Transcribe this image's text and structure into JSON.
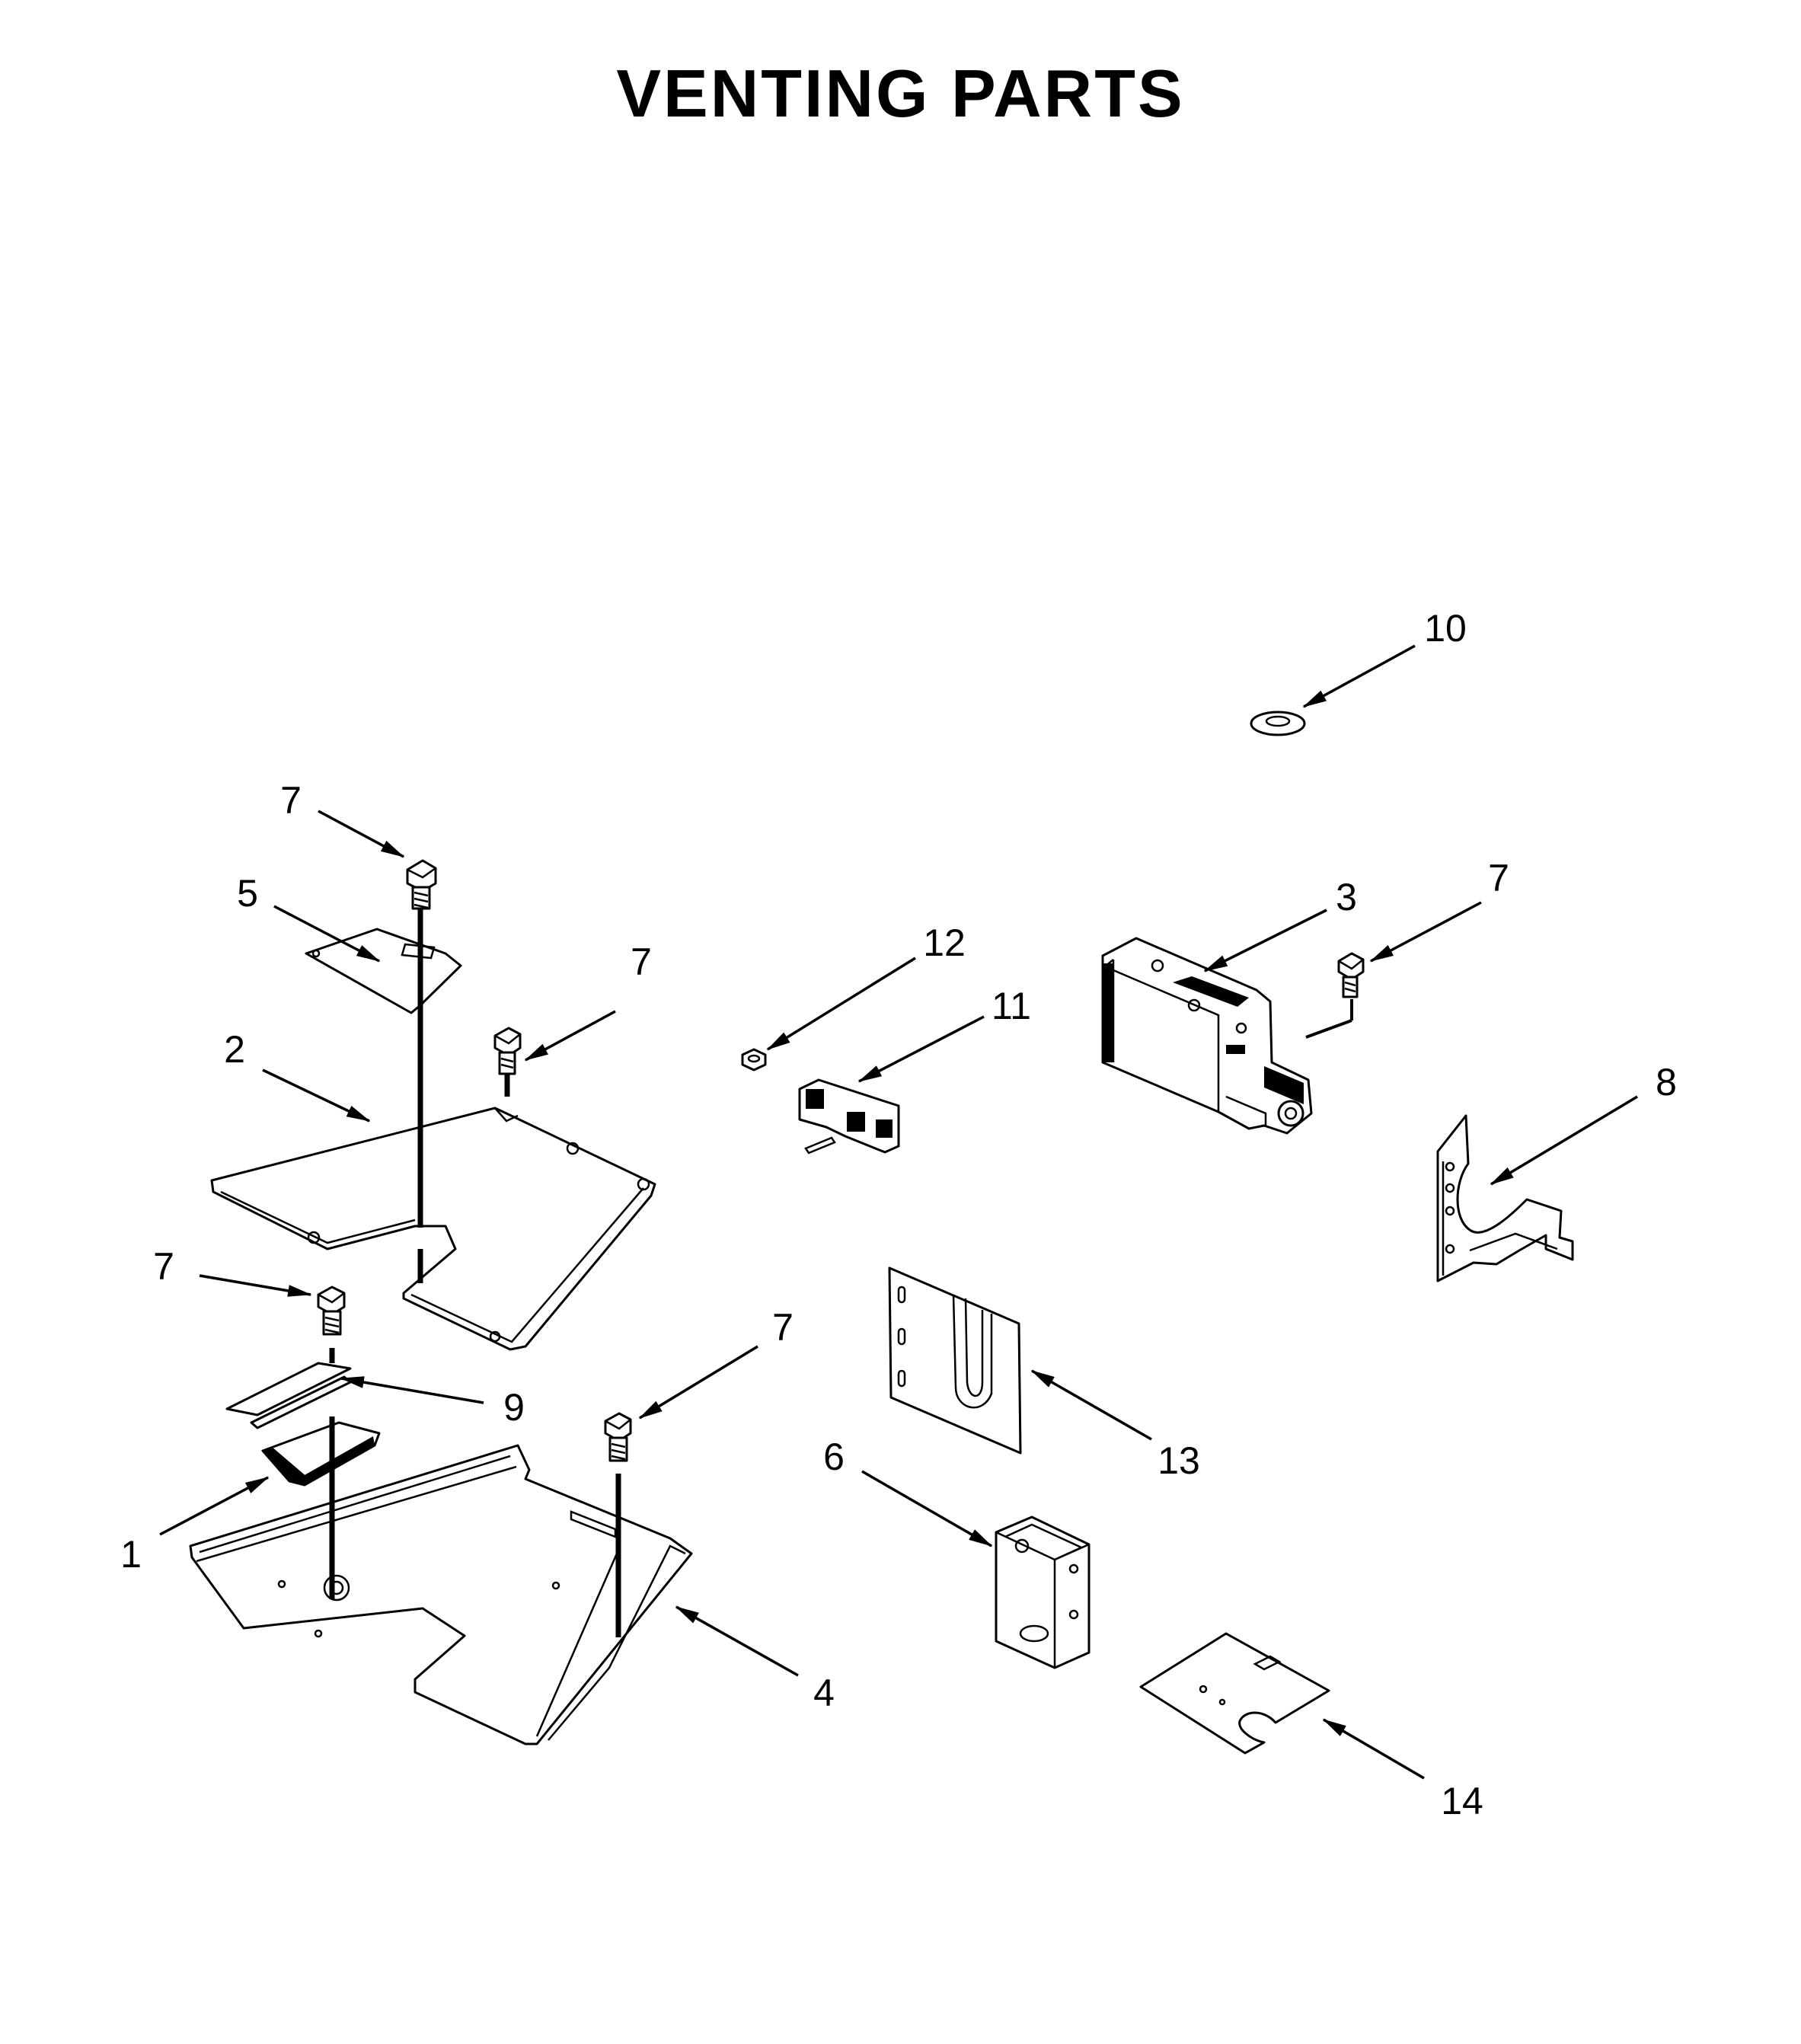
{
  "title": "VENTING PARTS",
  "callouts": [
    {
      "id": "callout-10",
      "label": "10"
    },
    {
      "id": "callout-7a",
      "label": "7"
    },
    {
      "id": "callout-5",
      "label": "5"
    },
    {
      "id": "callout-7b",
      "label": "7"
    },
    {
      "id": "callout-2",
      "label": "2"
    },
    {
      "id": "callout-12",
      "label": "12"
    },
    {
      "id": "callout-11",
      "label": "11"
    },
    {
      "id": "callout-3",
      "label": "3"
    },
    {
      "id": "callout-7c",
      "label": "7"
    },
    {
      "id": "callout-8",
      "label": "8"
    },
    {
      "id": "callout-7d",
      "label": "7"
    },
    {
      "id": "callout-9",
      "label": "9"
    },
    {
      "id": "callout-7e",
      "label": "7"
    },
    {
      "id": "callout-1",
      "label": "1"
    },
    {
      "id": "callout-13",
      "label": "13"
    },
    {
      "id": "callout-6",
      "label": "6"
    },
    {
      "id": "callout-4",
      "label": "4"
    },
    {
      "id": "callout-14",
      "label": "14"
    }
  ]
}
